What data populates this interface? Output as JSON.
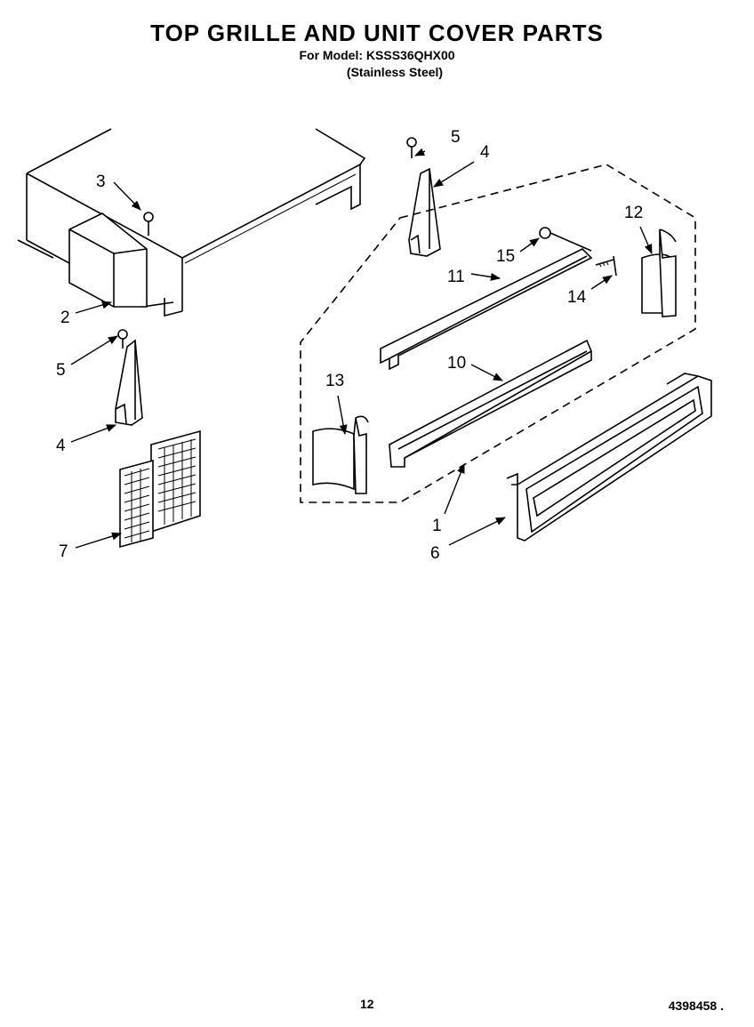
{
  "header": {
    "title": "TOP GRILLE AND UNIT COVER PARTS",
    "model_line": "For Model: KSSS36QHX00",
    "finish_line": "(Stainless Steel)"
  },
  "callouts": [
    "1",
    "2",
    "3",
    "4",
    "4",
    "5",
    "5",
    "6",
    "7",
    "10",
    "11",
    "12",
    "13",
    "14",
    "15"
  ],
  "footer": {
    "page_number": "12",
    "document_number": "4398458 ."
  }
}
